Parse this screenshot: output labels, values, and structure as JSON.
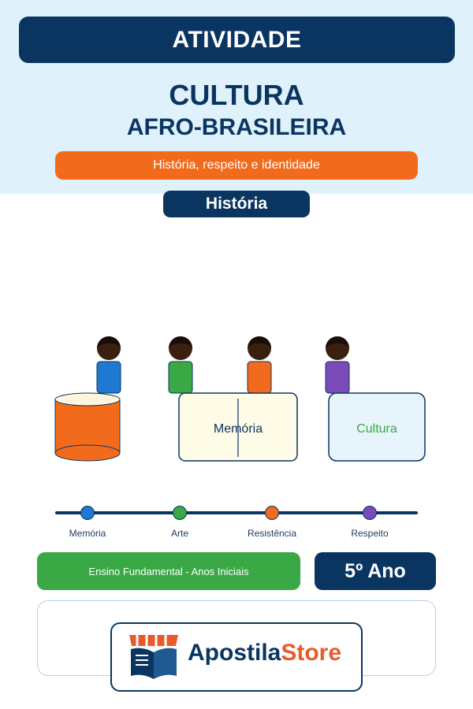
{
  "header": {
    "badge": "ATIVIDADE",
    "title_line1": "CULTURA",
    "title_line2": "AFRO-BRASILEIRA",
    "subtitle": "História, respeito e identidade",
    "subject": "História"
  },
  "illustration": {
    "book_label": "Memória",
    "card_label": "Cultura",
    "figures": [
      {
        "shirt_color": "#1f78d1"
      },
      {
        "shirt_color": "#3aa945"
      },
      {
        "shirt_color": "#f26a1b"
      },
      {
        "shirt_color": "#7a4bb8"
      }
    ]
  },
  "timeline": {
    "items": [
      {
        "label": "Memória",
        "color": "#1f78d1"
      },
      {
        "label": "Arte",
        "color": "#3aa945"
      },
      {
        "label": "Resistência",
        "color": "#f26a1b"
      },
      {
        "label": "Respeito",
        "color": "#7a4bb8"
      }
    ]
  },
  "footer": {
    "level": "Ensino Fundamental - Anos Iniciais",
    "grade": "5º Ano",
    "brand_part1": "Apostila",
    "brand_part2": "Store"
  },
  "colors": {
    "navy": "#0b3561",
    "orange": "#f26a1b",
    "green": "#3aa945",
    "purple": "#7a4bb8",
    "blue": "#1f78d1",
    "light_band": "#dff1fb"
  }
}
